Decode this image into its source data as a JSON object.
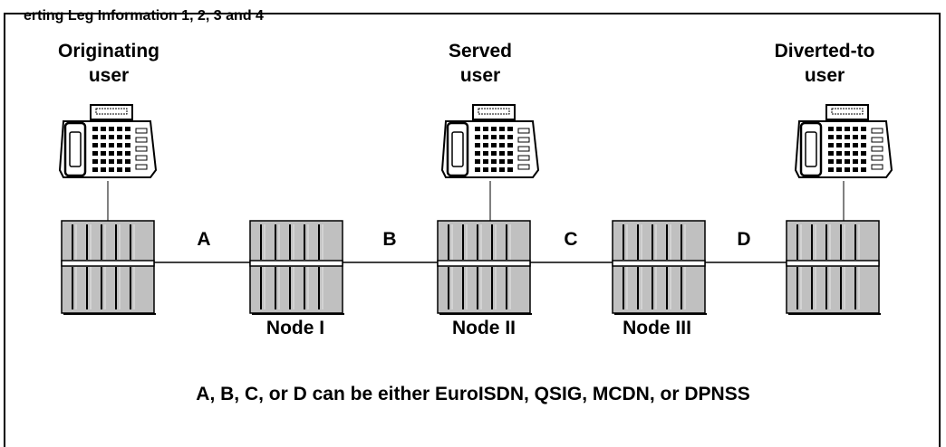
{
  "caption_fragment": "erting Leg Information 1, 2, 3 and 4",
  "users": [
    {
      "line1": "Originating",
      "line2": "user"
    },
    {
      "line1": "Served",
      "line2": "user"
    },
    {
      "line1": "Diverted-to",
      "line2": "user"
    }
  ],
  "links": [
    "A",
    "B",
    "C",
    "D"
  ],
  "nodes": [
    "Node I",
    "Node II",
    "Node III"
  ],
  "footer": "A, B, C, or D can be either EuroISDN, QSIG, MCDN, or DPNSS",
  "colors": {
    "switch_fill": "#c0c0c0",
    "line": "#000000"
  }
}
